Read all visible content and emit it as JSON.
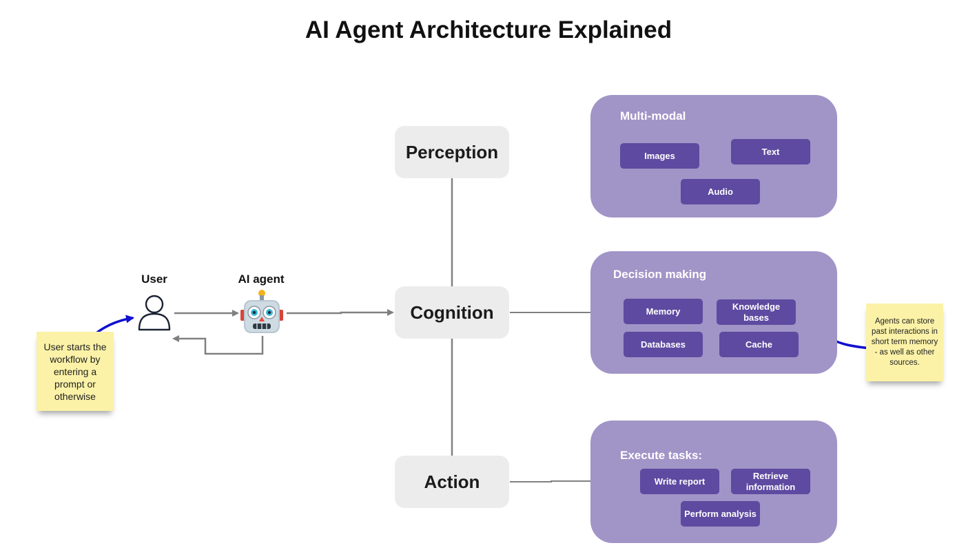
{
  "title": "AI Agent Architecture Explained",
  "user": {
    "label": "User",
    "icon": "user-icon"
  },
  "agent": {
    "label": "AI agent",
    "icon": "robot-icon"
  },
  "nodes": {
    "perception": "Perception",
    "cognition": "Cognition",
    "action": "Action"
  },
  "panels": {
    "multimodal": {
      "title": "Multi-modal",
      "items": [
        "Images",
        "Text",
        "Audio"
      ]
    },
    "decision": {
      "title": "Decision making",
      "items": [
        "Memory",
        "Knowledge bases",
        "Databases",
        "Cache"
      ]
    },
    "execute": {
      "title": "Execute tasks:",
      "items": [
        "Write report",
        "Retrieve information",
        "Perform analysis"
      ]
    }
  },
  "notes": {
    "left": "User starts the workflow by entering a prompt or otherwise",
    "right": "Agents can store past interactions in short term memory - as well as other sources."
  },
  "colors": {
    "panel": "#a194c7",
    "chip": "#5e4aa0",
    "node": "#ececec",
    "sticky": "#fbf2a7",
    "annotation_arrow": "#1010d0",
    "connector": "#808080"
  }
}
